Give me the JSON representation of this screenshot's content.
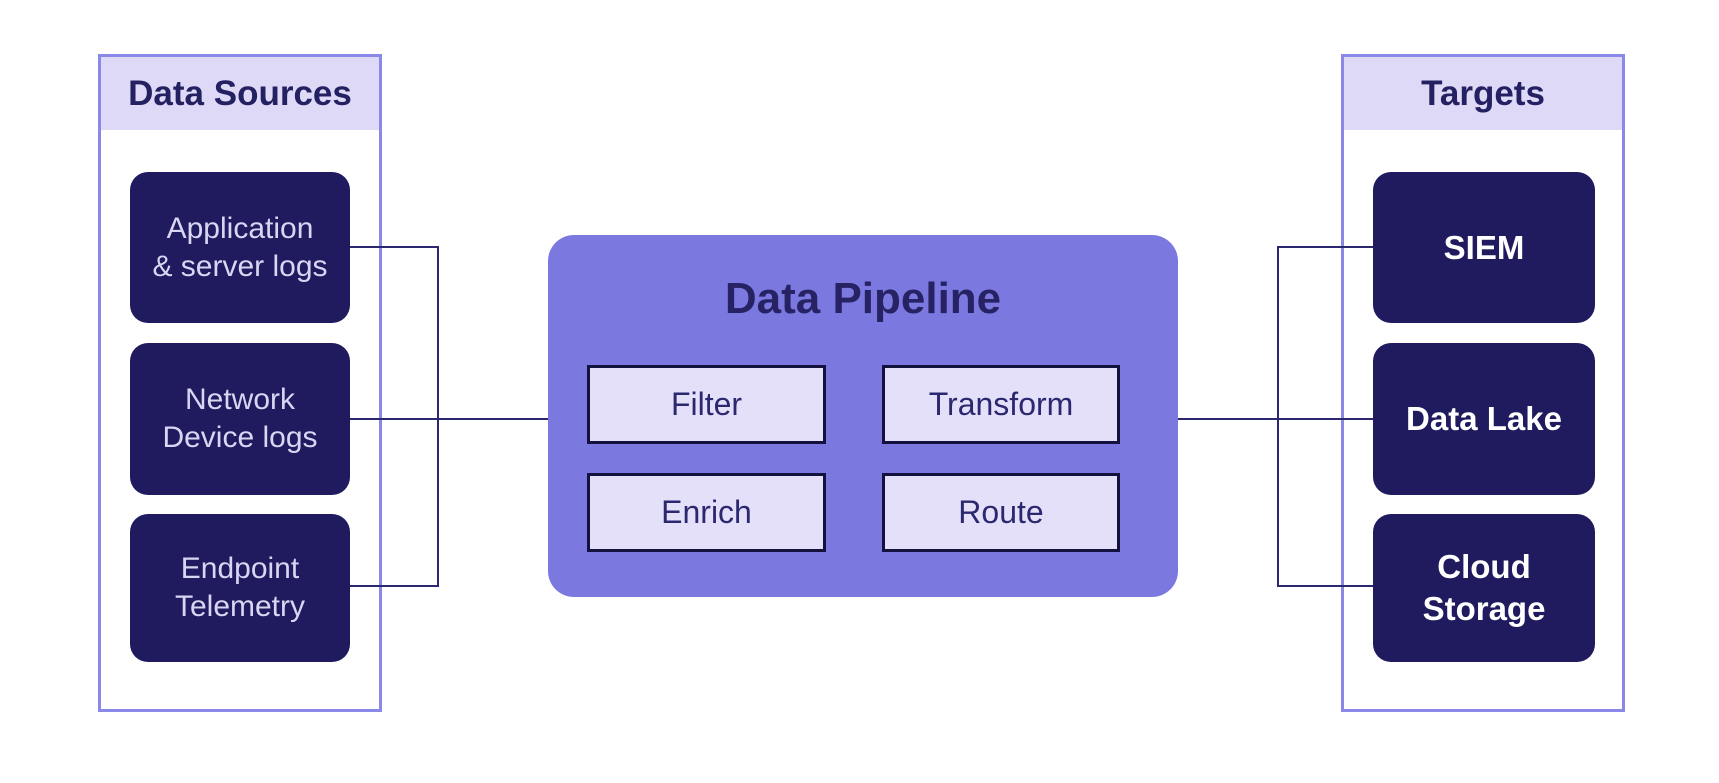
{
  "sources": {
    "title": "Data Sources",
    "items": [
      {
        "label": "Application\n& server logs"
      },
      {
        "label": "Network\nDevice logs"
      },
      {
        "label": "Endpoint\nTelemetry"
      }
    ]
  },
  "pipeline": {
    "title": "Data Pipeline",
    "stages": [
      {
        "label": "Filter"
      },
      {
        "label": "Transform"
      },
      {
        "label": "Enrich"
      },
      {
        "label": "Route"
      }
    ]
  },
  "targets": {
    "title": "Targets",
    "items": [
      {
        "label": "SIEM"
      },
      {
        "label": "Data Lake"
      },
      {
        "label": "Cloud\nStorage"
      }
    ]
  },
  "colors": {
    "node_fill": "#1f1b5e",
    "pipeline_fill": "#7b79e0",
    "stage_fill": "#e4e0fa",
    "stage_border": "#13123f",
    "panel_border": "#8a88e9",
    "header_fill": "#ded9f7",
    "connector_line": "#2b2870",
    "heading_text": "#242163",
    "source_node_text": "#d9d5f2",
    "target_node_text": "#ffffff",
    "background": "#ffffff"
  }
}
